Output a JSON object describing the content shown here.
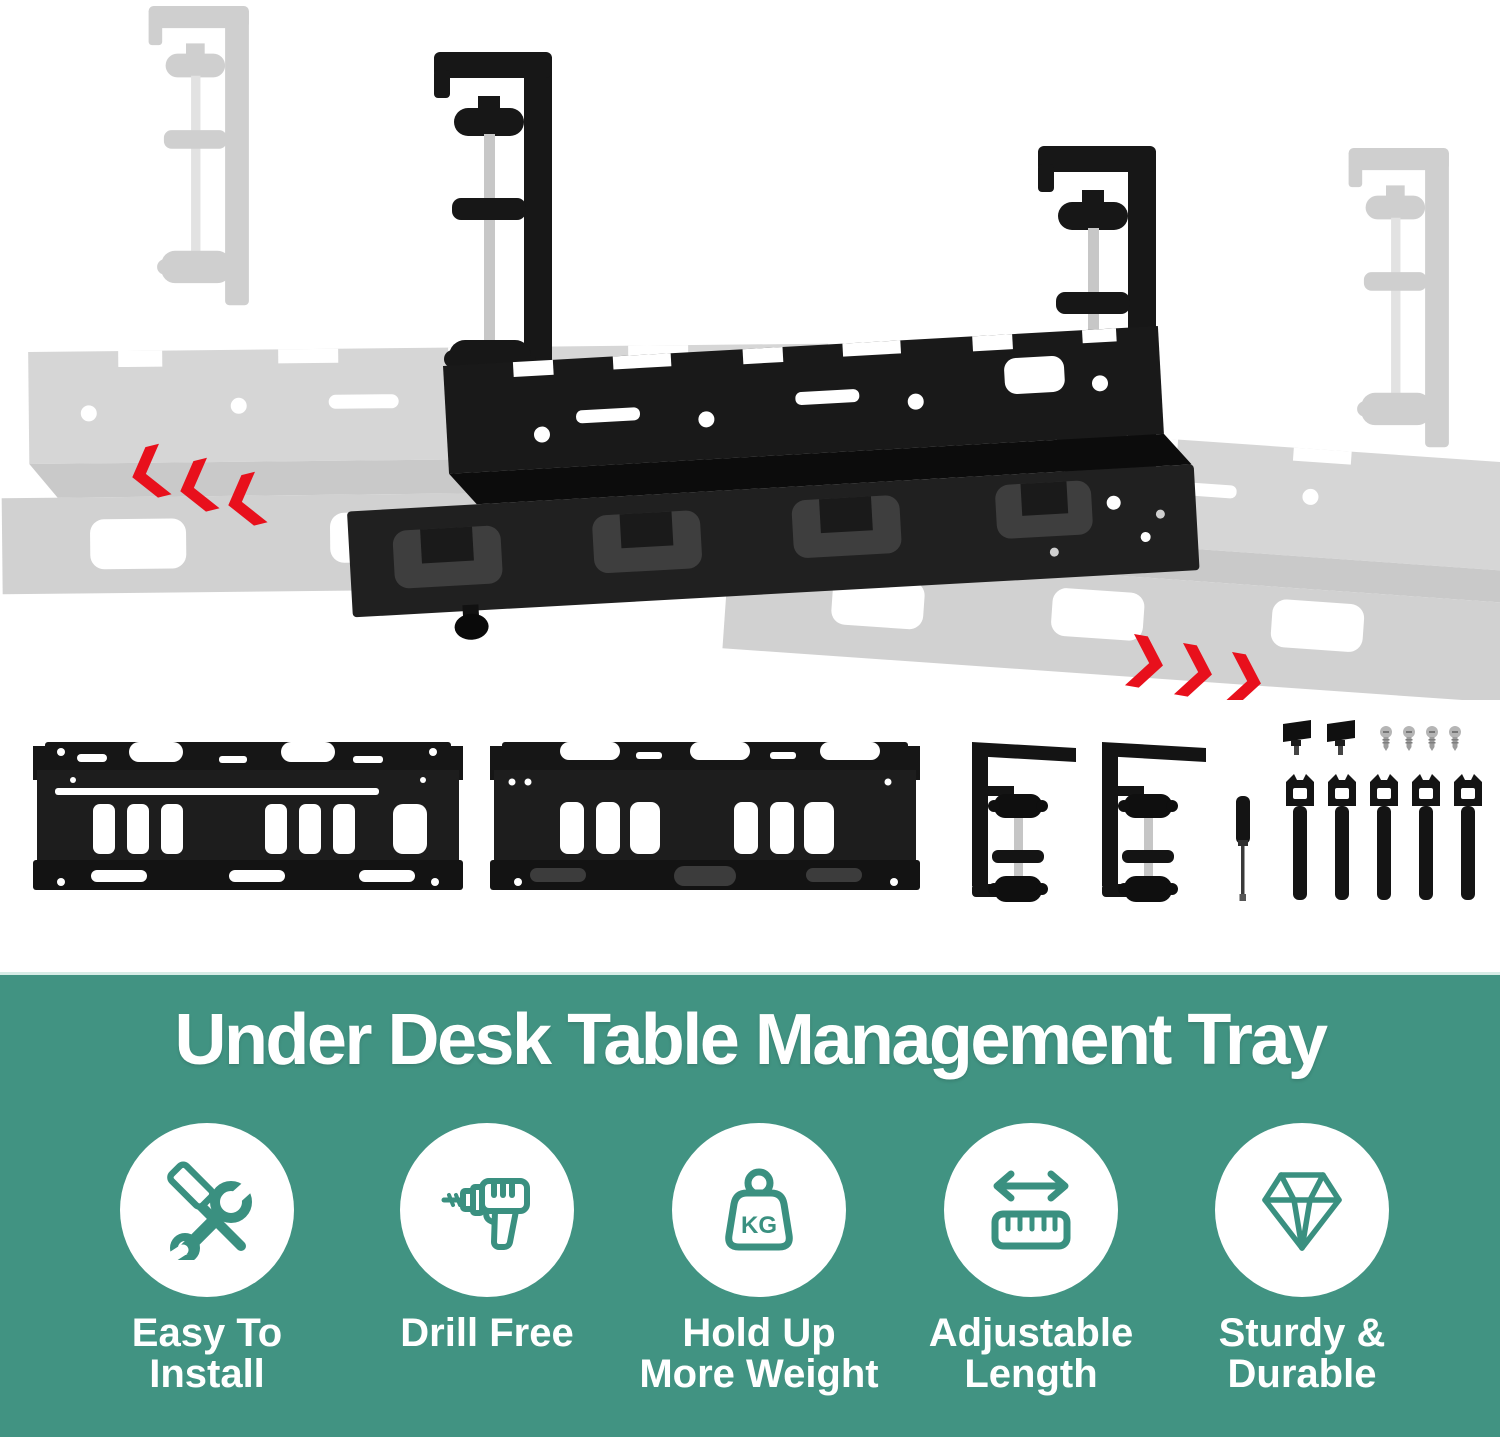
{
  "colors": {
    "background": "#ffffff",
    "banner_teal": "#419382",
    "divider_light": "#d6ece6",
    "accent_red": "#e8101c",
    "product_black": "#171717",
    "ghost_gray": "#d4d4d4",
    "icon_teal": "#3a9080",
    "rod_silver": "#c7c7c7"
  },
  "hero": {
    "slide_left_icon": "chevrons-left-icon",
    "slide_right_icon": "chevrons-right-icon",
    "depicts": "black under-desk cable tray with two desk clamps, ghosted trays showing length extension"
  },
  "parts": {
    "tray_halves": 2,
    "c_clamps": 2,
    "screwdrivers": 1,
    "thumb_screws": 2,
    "screws": 4,
    "cable_ties": 5
  },
  "banner": {
    "title": "Under Desk Table Management Tray",
    "weight_icon_text": "KG",
    "features": [
      {
        "icon": "hammer-wrench-icon",
        "line1": "Easy To",
        "line2": "Install"
      },
      {
        "icon": "drill-icon",
        "line1": "Drill Free",
        "line2": ""
      },
      {
        "icon": "weight-kg-icon",
        "line1": "Hold Up",
        "line2": "More Weight"
      },
      {
        "icon": "arrow-ruler-icon",
        "line1": "Adjustable",
        "line2": "Length"
      },
      {
        "icon": "diamond-icon",
        "line1": "Sturdy &",
        "line2": "Durable"
      }
    ]
  }
}
